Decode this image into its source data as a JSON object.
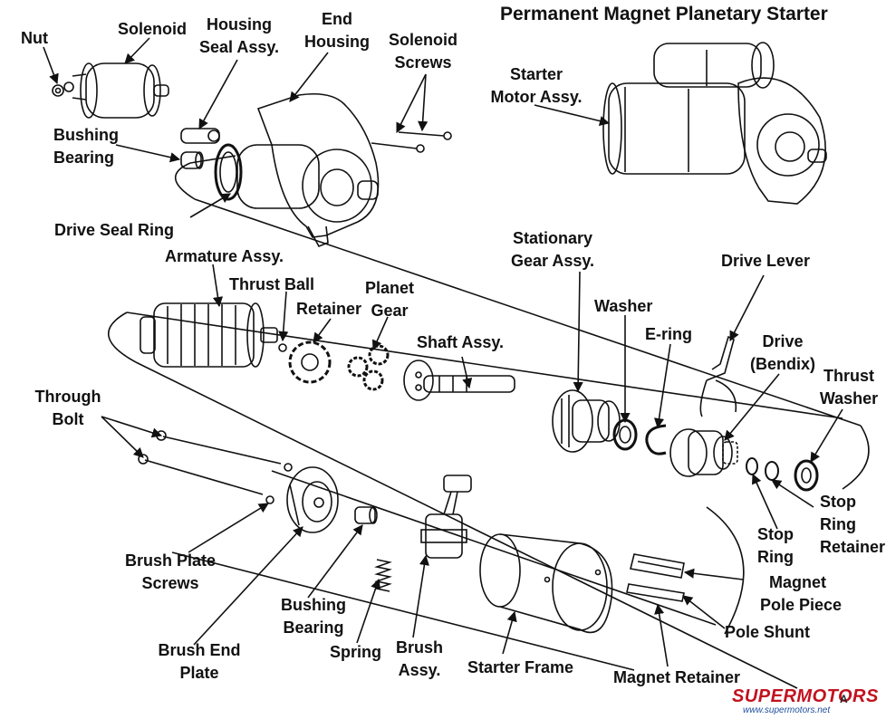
{
  "diagram": {
    "title": "Permanent Magnet Planetary Starter",
    "part_number": "A",
    "labels": {
      "nut": "Nut",
      "solenoid": "Solenoid",
      "housing_seal_1": "Housing",
      "housing_seal_2": "Seal Assy.",
      "end_housing_1": "End",
      "end_housing_2": "Housing",
      "solenoid_screws_1": "Solenoid",
      "solenoid_screws_2": "Screws",
      "starter_motor_1": "Starter",
      "starter_motor_2": "Motor Assy.",
      "bushing_bearing_top_1": "Bushing",
      "bushing_bearing_top_2": "Bearing",
      "drive_seal_ring": "Drive Seal Ring",
      "armature": "Armature Assy.",
      "thrust_ball": "Thrust Ball",
      "retainer": "Retainer",
      "planet_gear_1": "Planet",
      "planet_gear_2": "Gear",
      "shaft_assy": "Shaft Assy.",
      "stationary_gear_1": "Stationary",
      "stationary_gear_2": "Gear Assy.",
      "drive_lever": "Drive Lever",
      "washer": "Washer",
      "e_ring": "E-ring",
      "drive_1": "Drive",
      "drive_2": "(Bendix)",
      "thrust_washer_1": "Thrust",
      "thrust_washer_2": "Washer",
      "through_bolt_1": "Through",
      "through_bolt_2": "Bolt",
      "stop_ring_retainer_1": "Stop",
      "stop_ring_retainer_2": "Ring",
      "stop_ring_retainer_3": "Retainer",
      "stop_ring_1": "Stop",
      "stop_ring_2": "Ring",
      "brush_plate_screws_1": "Brush Plate",
      "brush_plate_screws_2": "Screws",
      "magnet_pole_1": "Magnet",
      "magnet_pole_2": "Pole Piece",
      "pole_shunt": "Pole Shunt",
      "bushing_bearing_low_1": "Bushing",
      "bushing_bearing_low_2": "Bearing",
      "brush_end_1": "Brush End",
      "brush_end_2": "Plate",
      "spring": "Spring",
      "brush_assy_1": "Brush",
      "brush_assy_2": "Assy.",
      "starter_frame": "Starter Frame",
      "magnet_retainer": "Magnet Retainer"
    },
    "watermark": {
      "logo": "SUPERMOTORS",
      "site": "www.supermotors.net"
    }
  }
}
